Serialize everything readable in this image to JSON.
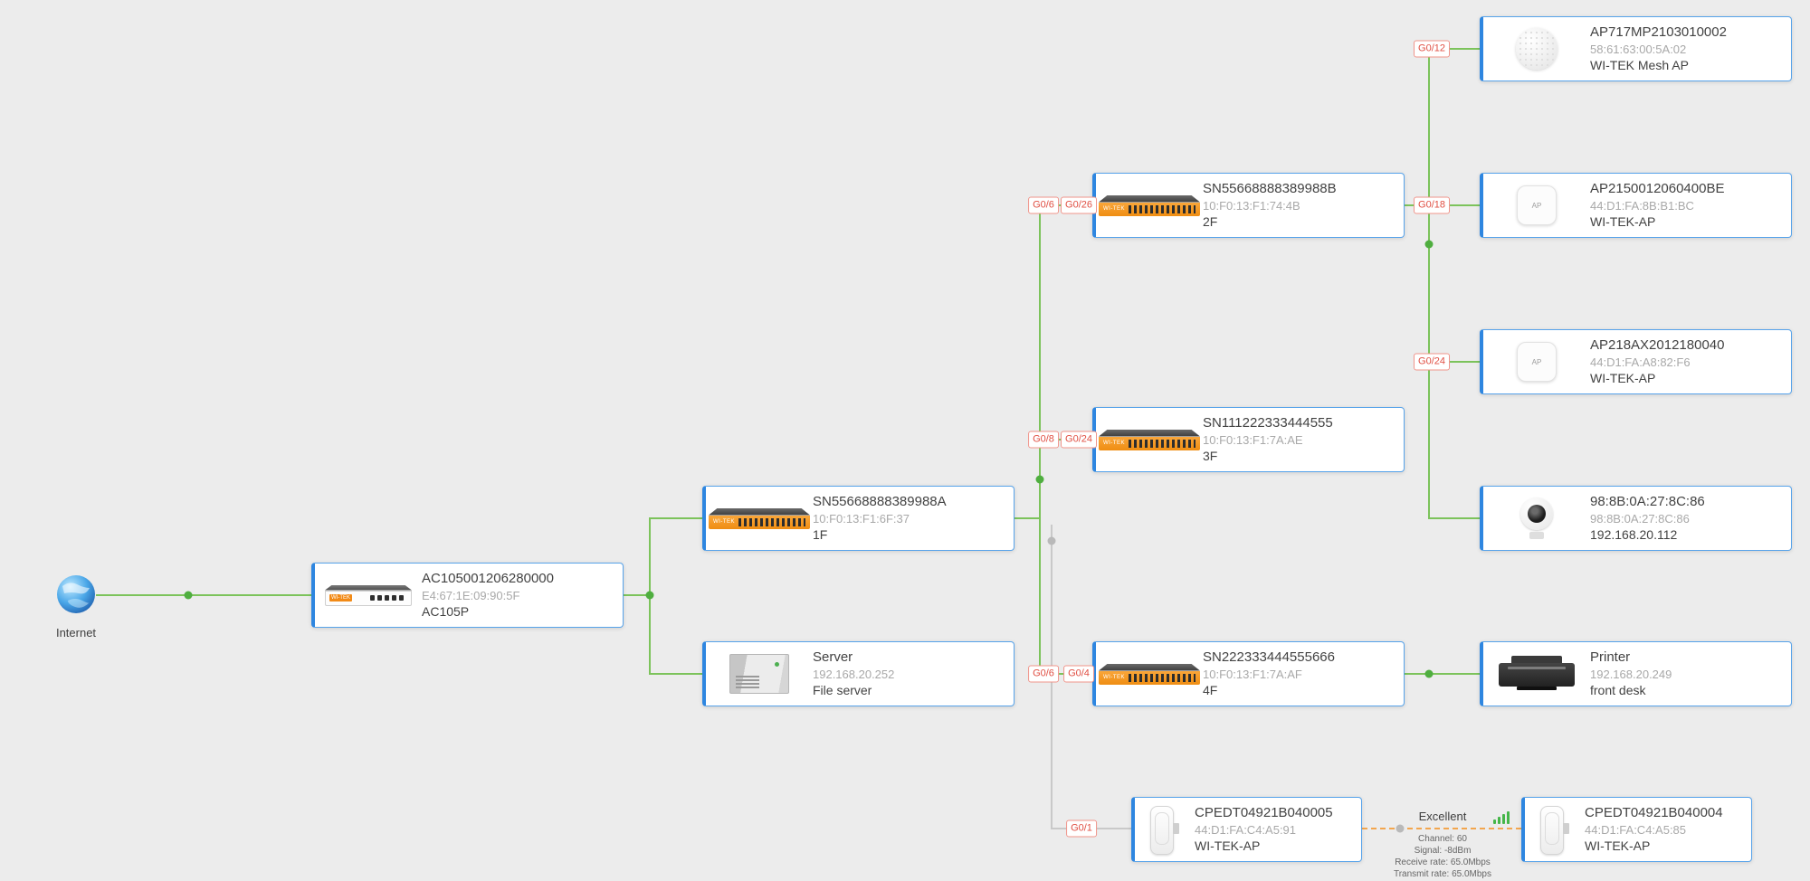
{
  "internet": {
    "label": "Internet"
  },
  "colors": {
    "background": "#ececec",
    "wired_link": "#7cc35b",
    "offline_link": "#c9c9c9",
    "wireless_link": "#f3a64e",
    "card_border": "#2e86e0",
    "port_badge": "#e04f43",
    "brand_orange": "#f28a16"
  },
  "icon_text": {
    "brand": "WI-TEK",
    "ap": "AP"
  },
  "nodes": [
    {
      "id": "ac",
      "title": "AC105001206280000",
      "subtitle": "E4:67:1E:09:90:5F",
      "detail": "AC105P",
      "icon": "router-icon"
    },
    {
      "id": "sw1f",
      "title": "SN55668888389988A",
      "subtitle": "10:F0:13:F1:6F:37",
      "detail": "1F",
      "icon": "switch-icon"
    },
    {
      "id": "server",
      "title": "Server",
      "subtitle": "192.168.20.252",
      "detail": "File server",
      "icon": "server-icon"
    },
    {
      "id": "sw2f",
      "title": "SN55668888389988B",
      "subtitle": "10:F0:13:F1:74:4B",
      "detail": "2F",
      "icon": "switch-icon"
    },
    {
      "id": "sw3f",
      "title": "SN111222333444555",
      "subtitle": "10:F0:13:F1:7A:AE",
      "detail": "3F",
      "icon": "switch-icon"
    },
    {
      "id": "sw4f",
      "title": "SN222333444555666",
      "subtitle": "10:F0:13:F1:7A:AF",
      "detail": "4F",
      "icon": "switch-icon"
    },
    {
      "id": "meshap",
      "title": "AP717MP2103010002",
      "subtitle": "58:61:63:00:5A:02",
      "detail": "WI-TEK Mesh AP",
      "icon": "mesh-ap-icon"
    },
    {
      "id": "ap215",
      "title": "AP2150012060400BE",
      "subtitle": "44:D1:FA:8B:B1:BC",
      "detail": "WI-TEK-AP",
      "icon": "ap-icon"
    },
    {
      "id": "ap218",
      "title": "AP218AX2012180040",
      "subtitle": "44:D1:FA:A8:82:F6",
      "detail": "WI-TEK-AP",
      "icon": "ap-icon"
    },
    {
      "id": "camera",
      "title": "98:8B:0A:27:8C:86",
      "subtitle": "98:8B:0A:27:8C:86",
      "detail": "192.168.20.112",
      "icon": "camera-icon"
    },
    {
      "id": "printer",
      "title": "Printer",
      "subtitle": "192.168.20.249",
      "detail": "front desk",
      "icon": "printer-icon"
    },
    {
      "id": "cpe5",
      "title": "CPEDT04921B040005",
      "subtitle": "44:D1:FA:C4:A5:91",
      "detail": "WI-TEK-AP",
      "icon": "cpe-icon"
    },
    {
      "id": "cpe4",
      "title": "CPEDT04921B040004",
      "subtitle": "44:D1:FA:C4:A5:85",
      "detail": "WI-TEK-AP",
      "icon": "cpe-icon"
    }
  ],
  "ports": [
    {
      "link": "sw2f-meshap",
      "label": "G0/12"
    },
    {
      "link": "sw1f-sw2f-local",
      "label": "G0/6"
    },
    {
      "link": "sw1f-sw2f-remote",
      "label": "G0/26"
    },
    {
      "link": "sw2f-ap215",
      "label": "G0/18"
    },
    {
      "link": "sw2f-ap218",
      "label": "G0/24"
    },
    {
      "link": "sw1f-sw3f-local",
      "label": "G0/8"
    },
    {
      "link": "sw1f-sw3f-remote",
      "label": "G0/24"
    },
    {
      "link": "sw1f-sw4f-local",
      "label": "G0/6"
    },
    {
      "link": "sw1f-sw4f-remote",
      "label": "G0/4"
    },
    {
      "link": "sw1f-cpe5",
      "label": "G0/1"
    }
  ],
  "wireless": {
    "quality": "Excellent",
    "channel": "Channel: 60",
    "signal": "Signal: -8dBm",
    "receive": "Receive rate: 65.0Mbps",
    "transmit": "Transmit rate: 65.0Mbps"
  }
}
